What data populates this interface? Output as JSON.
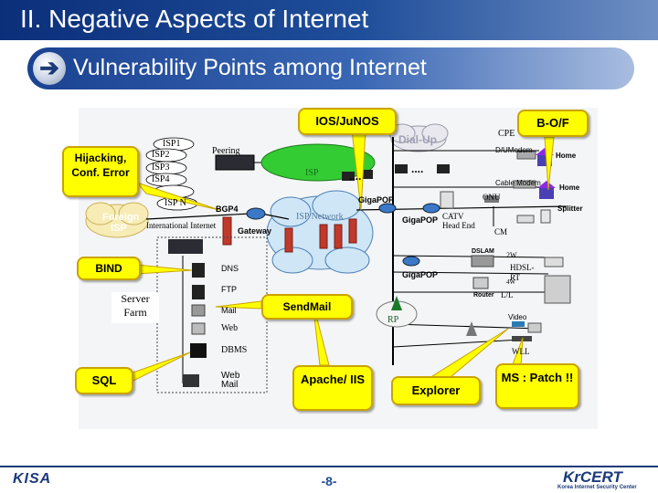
{
  "header": {
    "title": "II. Negative Aspects of Internet"
  },
  "subheader": {
    "title": "Vulnerability Points among Internet",
    "arrow_glyph": "➔"
  },
  "callouts": {
    "ios_junos": "IOS/JuNOS",
    "bof": "B-O/F",
    "hijacking": "Hijacking, Conf. Error",
    "bind": "BIND",
    "sendmail": "SendMail",
    "sql": "SQL",
    "apache_iis": "Apache/ IIS",
    "explorer": "Explorer",
    "ms_patch": "MS : Patch !!"
  },
  "labels": {
    "isp1": "ISP1",
    "isp2": "ISP2",
    "isp3": "ISP3",
    "isp4": "ISP4",
    "ispn": "ISP N",
    "peering": "Peering",
    "foreign_isp": "Foreign ISP",
    "bgp4": "BGP4",
    "international_internet": "International Internet",
    "gateway": "Gateway",
    "isp_network": "ISP Network",
    "isp_partial": "ISP",
    "gigapop1": "GigaPOP",
    "gigapop2": "GigaPOP",
    "gigapop3": "GigaPOP",
    "dial_up": "Dial-Up",
    "cpe": "CPE",
    "du_modem": "D/UModem",
    "home1": "Home",
    "cable_modem": "Cable Modem",
    "home2": "Home",
    "splitter": "Splitter",
    "onu": "ONU",
    "catv": "CATV",
    "head_end": "Head End",
    "cm": "CM",
    "dslam": "DSLAM",
    "two_w": "2W",
    "hdsl_rt": "HDSL-RT",
    "four_w": "4W",
    "router": "Router",
    "ll": "L/L",
    "rp": "RP",
    "video": "Video",
    "wll": "WLL",
    "dns": "DNS",
    "ftp": "FTP",
    "mail": "Mail",
    "web": "Web",
    "dbms": "DBMS",
    "web_mail": "Web Mail",
    "server_farm": "Server Farm",
    "dots1": "....",
    "dots2": "...."
  },
  "footer": {
    "page": "-8-",
    "left_logo": "KISA",
    "right_logo": "KrCERT",
    "right_logo_sub": "Korea Internet Security Center"
  },
  "colors": {
    "callout_fill": "#ffff00",
    "cloud_green": "#33cc33",
    "cloud_blue": "#cfe6f7",
    "header_blue": "#0c2f7a"
  }
}
